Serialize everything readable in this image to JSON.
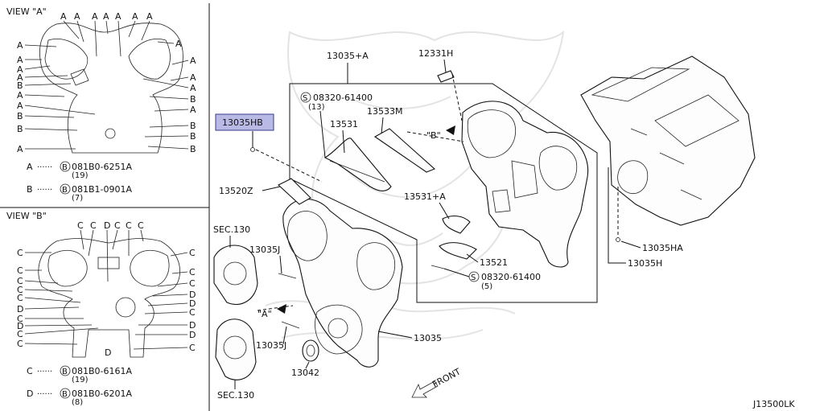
{
  "view_a": {
    "title": "VIEW \"A\"",
    "legend": [
      {
        "key": "A",
        "part": "081B0-6251A",
        "qty": "(19)"
      },
      {
        "key": "B",
        "part": "081B1-0901A",
        "qty": "(7)"
      }
    ]
  },
  "view_b": {
    "title": "VIEW \"B\"",
    "legend": [
      {
        "key": "C",
        "part": "081B0-6161A",
        "qty": "(19)"
      },
      {
        "key": "D",
        "part": "081B0-6201A",
        "qty": "(8)"
      }
    ]
  },
  "letters": {
    "A": "A",
    "B": "B",
    "C": "C",
    "D": "D"
  },
  "parts": {
    "p13035A": "13035+A",
    "p12331H": "12331H",
    "p08320_13": "08320-61400",
    "q13": "(13)",
    "p13533M": "13533M",
    "p13531": "13531",
    "p13035HB": "13035HB",
    "p13520Z": "13520Z",
    "p13531A": "13531+A",
    "sec130_top": "SEC.130",
    "p13035J_top": "13035J",
    "p13521": "13521",
    "p08320_5": "08320-61400",
    "q5": "(5)",
    "p13035": "13035",
    "p13035J_bot": "13035J",
    "p13042": "13042",
    "sec130_bot": "SEC.130",
    "p13035HA": "13035HA",
    "p13035H": "13035H"
  },
  "view_marks": {
    "a": "\"A\"",
    "b": "\"B\""
  },
  "front_label": "FRONT",
  "diagram_id": "J13500LK",
  "colors": {
    "highlight": "#b9b9e6",
    "line": "#111111"
  }
}
